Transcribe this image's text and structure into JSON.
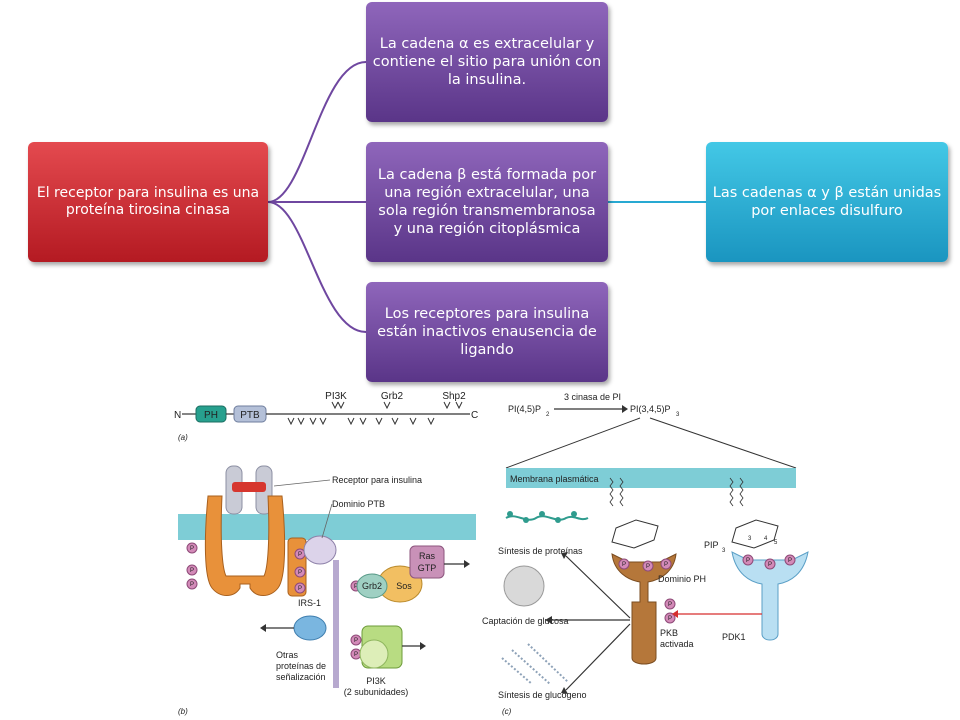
{
  "concept_map": {
    "root": "El receptor para insulina es una proteína tirosina cinasa",
    "branch1": "La cadena α es extracelular y contiene el sitio para unión con la insulina.",
    "branch2": "La cadena β está formada por una región extracelular, una sola región transmembranosa y una región citoplásmica",
    "branch3": "Los receptores para insulina están inactivos enausencia de ligando",
    "leaf": "Las cadenas α y β están unidas por enlaces disulfuro"
  },
  "colors": {
    "root": "#c8242b",
    "branch": "#6f47a0",
    "leaf": "#28a9d2",
    "membrane": "#7ecdd6",
    "receptor": "#e8913a",
    "pkb": "#b5773a"
  },
  "figure": {
    "panel_a": {
      "n_label": "N",
      "c_label": "C",
      "domains": [
        "PH",
        "PTB"
      ],
      "sites": [
        "PI3K",
        "Grb2",
        "Shp2"
      ],
      "label": "(a)"
    },
    "panel_b": {
      "label": "(b)",
      "receptor": "Receptor para insulina",
      "ptb": "Dominio PTB",
      "grb2": "Grb2",
      "sos": "Sos",
      "ras": "Ras",
      "gtp": "GTP",
      "irs": "IRS-1",
      "other": [
        "Otras",
        "proteínas de",
        "señalización"
      ],
      "pi3k": [
        "PI3K",
        "(2 subunidades)"
      ],
      "p": "P"
    },
    "panel_c": {
      "label": "(c)",
      "pip2": "PI(4,5)P",
      "pip2_sub": "2",
      "enzyme": "3 cinasa de PI",
      "pip3": "PI(3,4,5)P",
      "pip3_sub": "3",
      "membrane": "Membrana plasmática",
      "protein": "Síntesis de proteínas",
      "glucose": "Captación de glucosa",
      "glycogen": "Síntesis de glucógeno",
      "ph_domain": "Dominio PH",
      "pip3_label": "PIP",
      "pip3_label_sub": "3",
      "pkb": [
        "PKB",
        "activada"
      ],
      "pdk1": "PDK1",
      "ring_nums": [
        "3",
        "4",
        "5"
      ]
    }
  }
}
